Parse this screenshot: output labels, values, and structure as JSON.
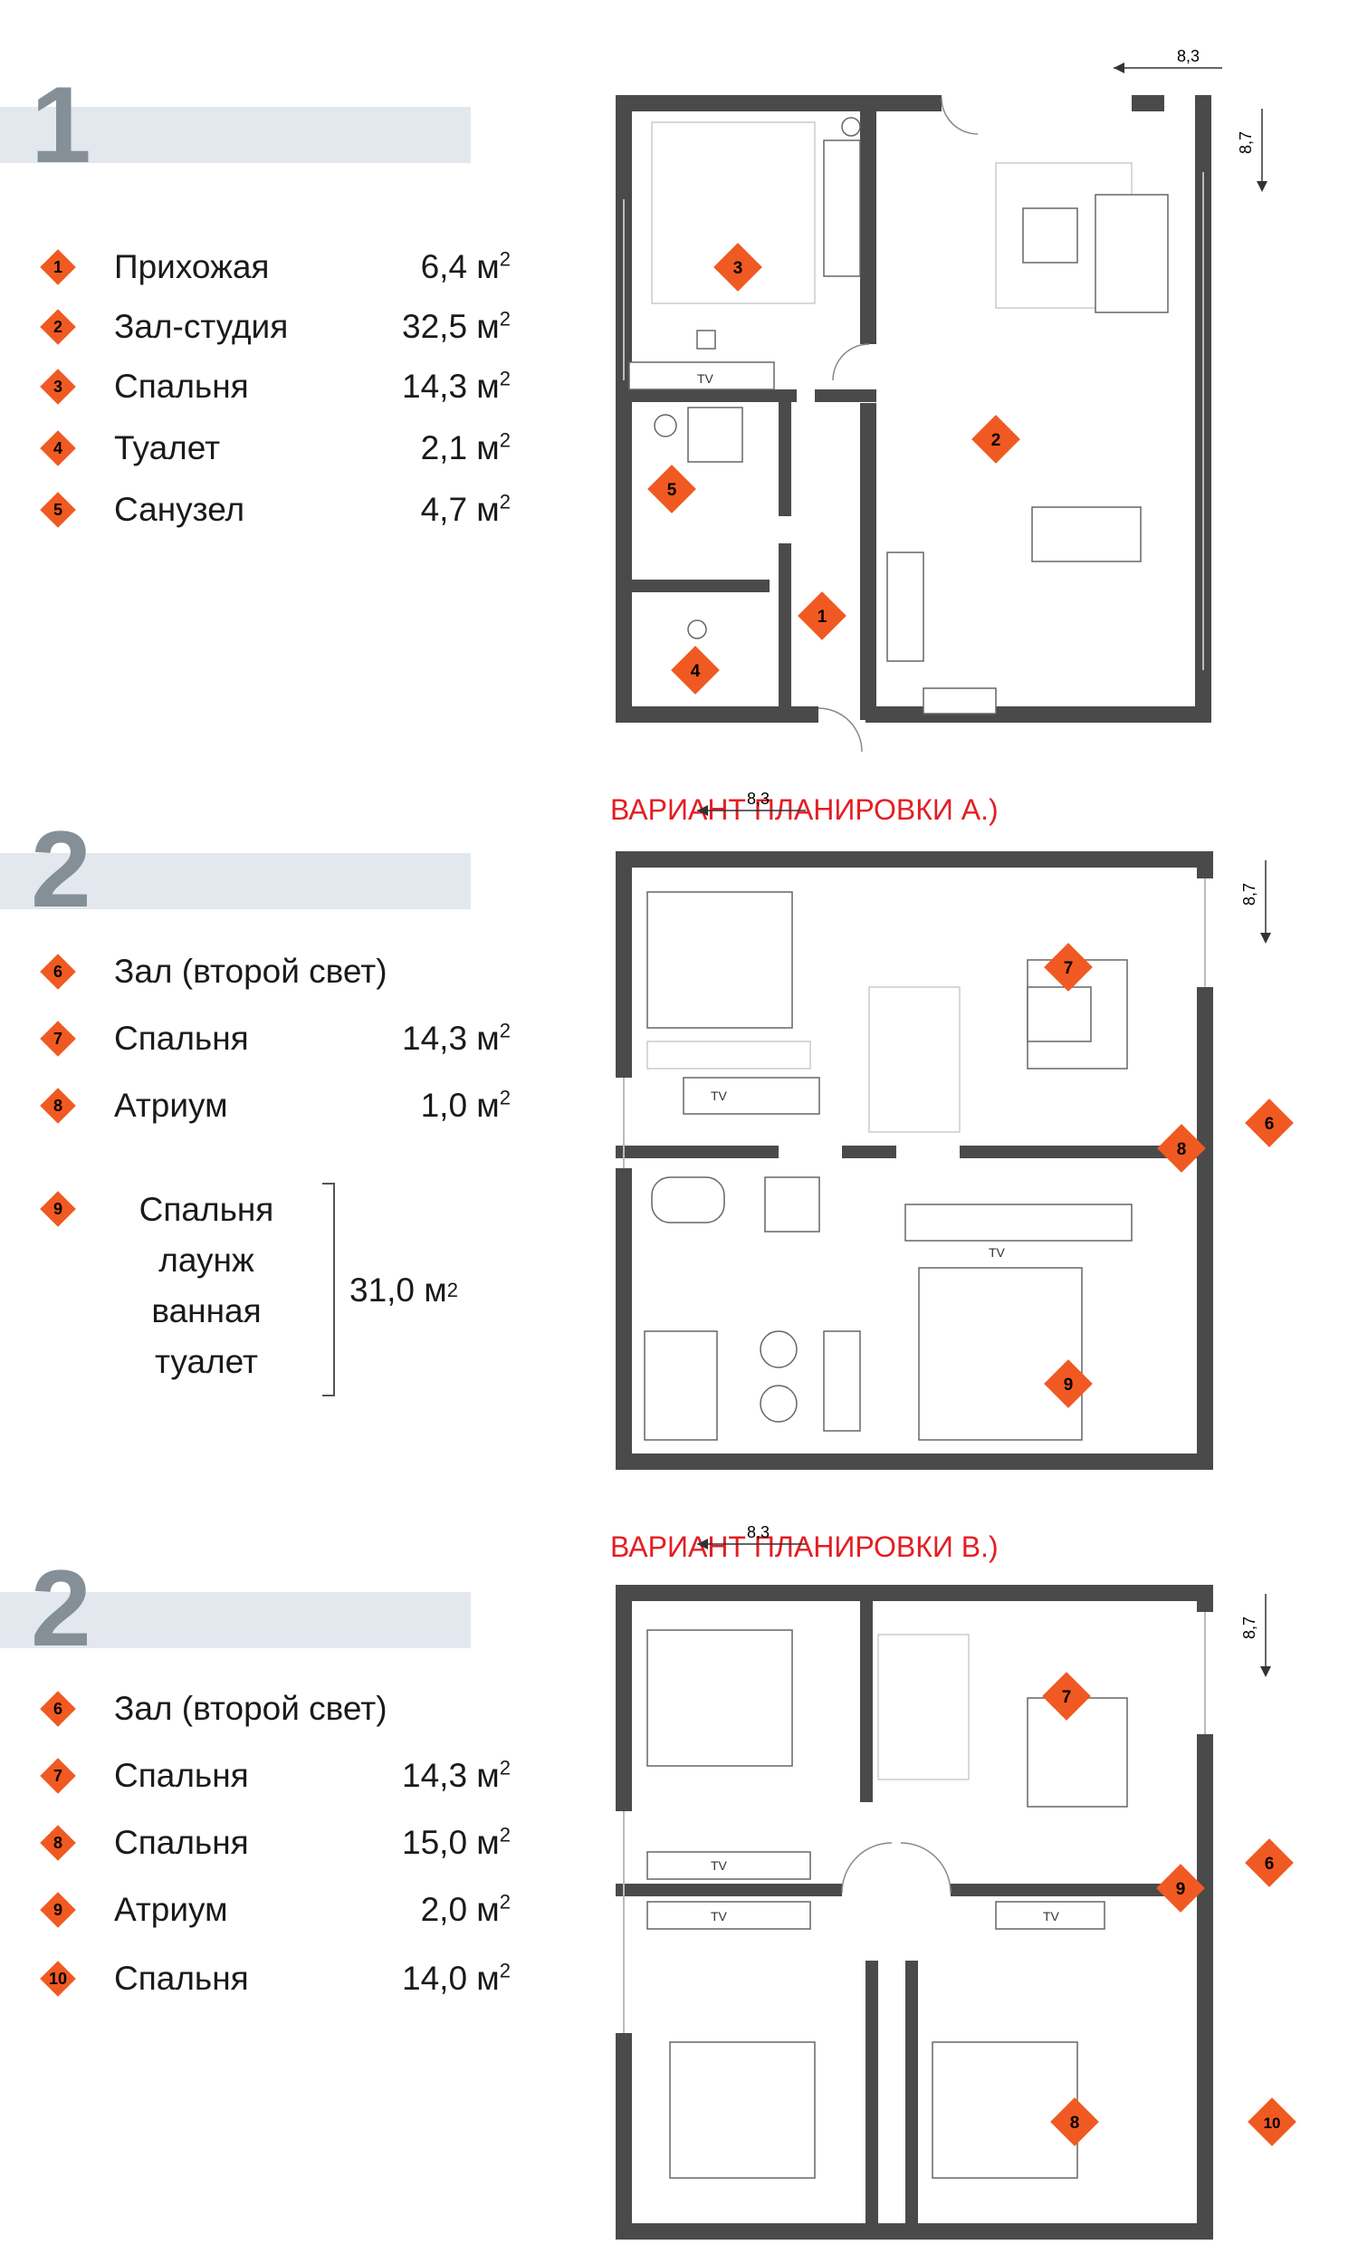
{
  "floor1": {
    "number": "1",
    "rooms": [
      {
        "id": "1",
        "name": "Прихожая",
        "area": "6,4 м",
        "sup": "2"
      },
      {
        "id": "2",
        "name": "Зал-студия",
        "area": "32,5 м",
        "sup": "2"
      },
      {
        "id": "3",
        "name": "Спальня",
        "area": "14,3 м",
        "sup": "2"
      },
      {
        "id": "4",
        "name": "Туалет",
        "area": "2,1 м",
        "sup": "2"
      },
      {
        "id": "5",
        "name": "Санузел",
        "area": "4,7 м",
        "sup": "2"
      }
    ],
    "dim_width": "8,3",
    "dim_depth": "8,7",
    "tv": "TV"
  },
  "floor2a": {
    "number": "2",
    "variant": "ВАРИАНТ ПЛАНИРОВКИ А.)",
    "rooms": [
      {
        "id": "6",
        "name": "Зал (второй свет)",
        "area": "",
        "sup": ""
      },
      {
        "id": "7",
        "name": "Спальня",
        "area": "14,3 м",
        "sup": "2"
      },
      {
        "id": "8",
        "name": "Атриум",
        "area": "1,0 м",
        "sup": "2"
      },
      {
        "id": "9",
        "name": "Спальня",
        "area": "",
        "sup": ""
      }
    ],
    "room9_lines": [
      "Спальня",
      "лаунж",
      "ванная",
      "туалет"
    ],
    "room9_area": "31,0 м",
    "room9_sup": "2",
    "dim_width": "8,3",
    "dim_depth": "8,7",
    "tv": "TV"
  },
  "floor2b": {
    "number": "2",
    "variant": "ВАРИАНТ ПЛАНИРОВКИ В.)",
    "rooms": [
      {
        "id": "6",
        "name": "Зал (второй свет)",
        "area": "",
        "sup": ""
      },
      {
        "id": "7",
        "name": "Спальня",
        "area": "14,3 м",
        "sup": "2"
      },
      {
        "id": "8",
        "name": "Спальня",
        "area": "15,0 м",
        "sup": "2"
      },
      {
        "id": "9",
        "name": "Атриум",
        "area": "2,0 м",
        "sup": "2"
      },
      {
        "id": "10",
        "name": "Спальня",
        "area": "14,0 м",
        "sup": "2"
      }
    ],
    "dim_width": "8,3",
    "dim_depth": "8,7",
    "tv": "TV"
  },
  "colors": {
    "accent": "#f05a22",
    "wall": "#4a4a4a",
    "band": "#e3e8ef",
    "variant": "#e31e24"
  }
}
